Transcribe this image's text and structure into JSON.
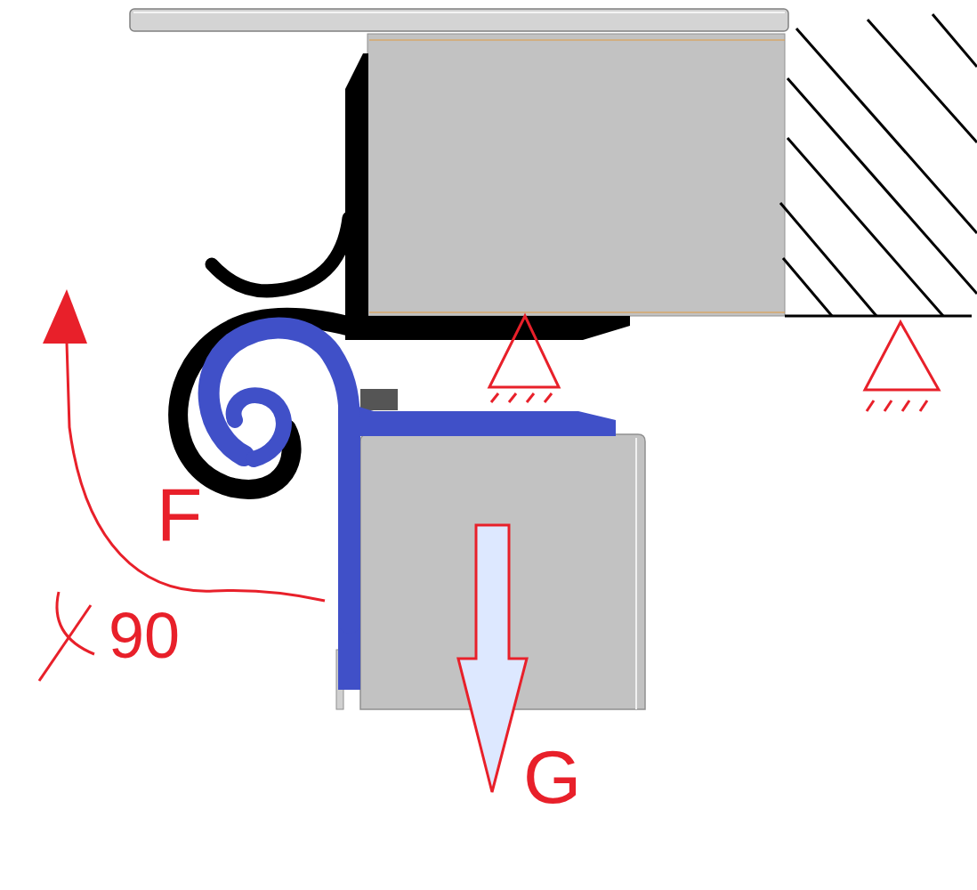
{
  "diagram": {
    "labels": [
      "F",
      "90",
      "G"
    ]
  }
}
